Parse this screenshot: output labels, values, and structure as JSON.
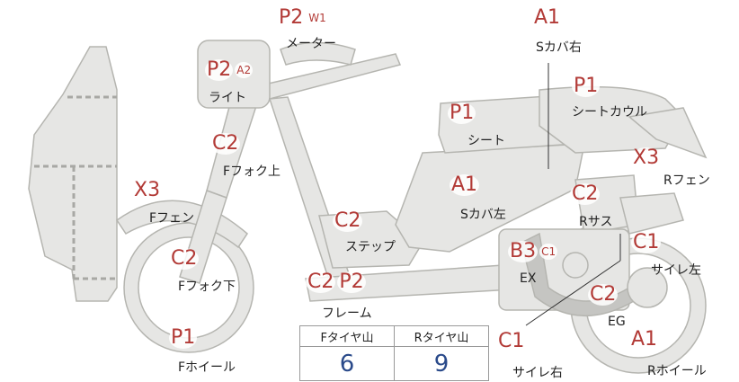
{
  "parts": [
    {
      "id": "meter",
      "label": "メーター",
      "grades": [
        "P2"
      ],
      "sub": "W1"
    },
    {
      "id": "light",
      "label": "ライト",
      "grades": [
        "P2"
      ],
      "sub": "A2"
    },
    {
      "id": "f-fork-upper",
      "label": "Fフォク上",
      "grades": [
        "C2"
      ],
      "sub": ""
    },
    {
      "id": "f-fender",
      "label": "Fフェン",
      "grades": [
        "X3"
      ],
      "sub": ""
    },
    {
      "id": "f-fork-lower",
      "label": "Fフォク下",
      "grades": [
        "C2"
      ],
      "sub": ""
    },
    {
      "id": "f-wheel",
      "label": "Fホイール",
      "grades": [
        "P1"
      ],
      "sub": ""
    },
    {
      "id": "s-cover-right",
      "label": "Sカバ右",
      "grades": [
        "A1"
      ],
      "sub": ""
    },
    {
      "id": "seat-cowl",
      "label": "シートカウル",
      "grades": [
        "P1"
      ],
      "sub": ""
    },
    {
      "id": "seat",
      "label": "シート",
      "grades": [
        "P1"
      ],
      "sub": ""
    },
    {
      "id": "r-fender",
      "label": "Rフェン",
      "grades": [
        "X3"
      ],
      "sub": ""
    },
    {
      "id": "s-cover-left",
      "label": "Sカバ左",
      "grades": [
        "A1"
      ],
      "sub": ""
    },
    {
      "id": "r-suspension",
      "label": "Rサス",
      "grades": [
        "C2"
      ],
      "sub": ""
    },
    {
      "id": "step",
      "label": "ステップ",
      "grades": [
        "C2"
      ],
      "sub": ""
    },
    {
      "id": "exhaust",
      "label": "EX",
      "grades": [
        "B3"
      ],
      "sub": "C1"
    },
    {
      "id": "muffler-left",
      "label": "サイレ左",
      "grades": [
        "C1"
      ],
      "sub": ""
    },
    {
      "id": "frame",
      "label": "フレーム",
      "grades": [
        "C2",
        "P2"
      ],
      "sub": ""
    },
    {
      "id": "engine",
      "label": "EG",
      "grades": [
        "C2"
      ],
      "sub": ""
    },
    {
      "id": "muffler-right",
      "label": "サイレ右",
      "grades": [
        "C1"
      ],
      "sub": ""
    },
    {
      "id": "r-wheel",
      "label": "Rホイール",
      "grades": [
        "A1"
      ],
      "sub": ""
    }
  ],
  "tread": {
    "front_header": "Fタイヤ山",
    "rear_header": "Rタイヤ山",
    "front_value": "6",
    "rear_value": "9"
  },
  "colors": {
    "grade": "#b23a36",
    "body_fill": "#e6e6e4",
    "body_stroke": "#b5b5b0",
    "tread_value": "#2a4a8a"
  }
}
